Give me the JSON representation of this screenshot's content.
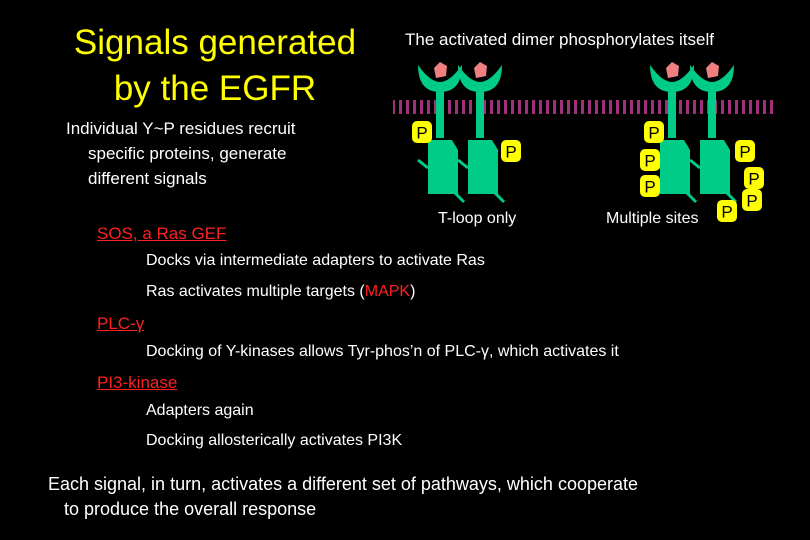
{
  "title": {
    "line1": "Signals generated",
    "line2": "by the EGFR"
  },
  "subtitle": "The activated dimer phosphorylates itself",
  "intro": {
    "line1": "Individual Y~P residues recruit",
    "line2": "specific proteins, generate",
    "line3": "different signals"
  },
  "diagram": {
    "label_tloop": "T-loop only",
    "label_multiple": "Multiple sites",
    "p_label": "P",
    "colors": {
      "receptor": "#00cc88",
      "ligand": "#f08080",
      "phospho": "#ffff00",
      "membrane": "#a0307a"
    }
  },
  "sections": [
    {
      "heading": "SOS, a Ras GEF",
      "items": [
        "Docks via intermediate adapters to activate Ras"
      ],
      "ras_line": {
        "before": "Ras activates multiple targets (",
        "highlight": "MAPK",
        "after": ")"
      }
    },
    {
      "heading": "PLC-γ",
      "items": [
        "Docking of Y-kinases allows Tyr-phos’n of PLC-γ, which activates it"
      ]
    },
    {
      "heading": "PI3-kinase",
      "items": [
        "Adapters again",
        "Docking allosterically activates PI3K"
      ]
    }
  ],
  "footer": {
    "line1": "Each signal, in turn, activates a different set of pathways, which cooperate",
    "line2": "to produce the overall response"
  }
}
